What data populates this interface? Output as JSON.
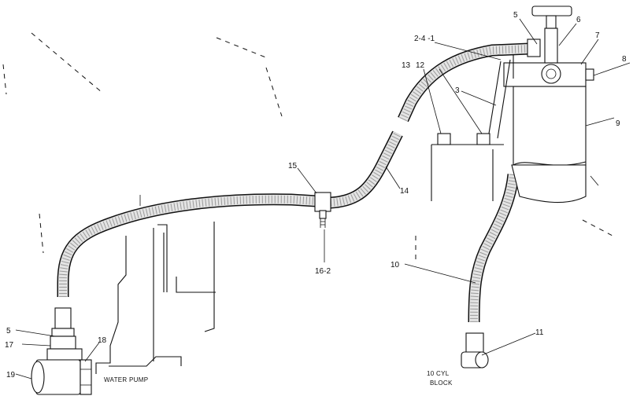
{
  "callouts": {
    "c5_top": "5",
    "c6": "6",
    "c2_4_1": "2-4 -1",
    "c7": "7",
    "c8": "8",
    "c13": "13",
    "c12": "12",
    "c3": "3",
    "c9": "9",
    "c15": "15",
    "c14": "14",
    "c16_2": "16-2",
    "c10": "10",
    "c11": "11",
    "c5_bottom": "5",
    "c17": "17",
    "c18": "18",
    "c19": "19"
  },
  "notes": {
    "water_pump": "WATER PUMP",
    "cyl_block_line1": "10  CYL",
    "cyl_block_line2": "BLOCK"
  }
}
